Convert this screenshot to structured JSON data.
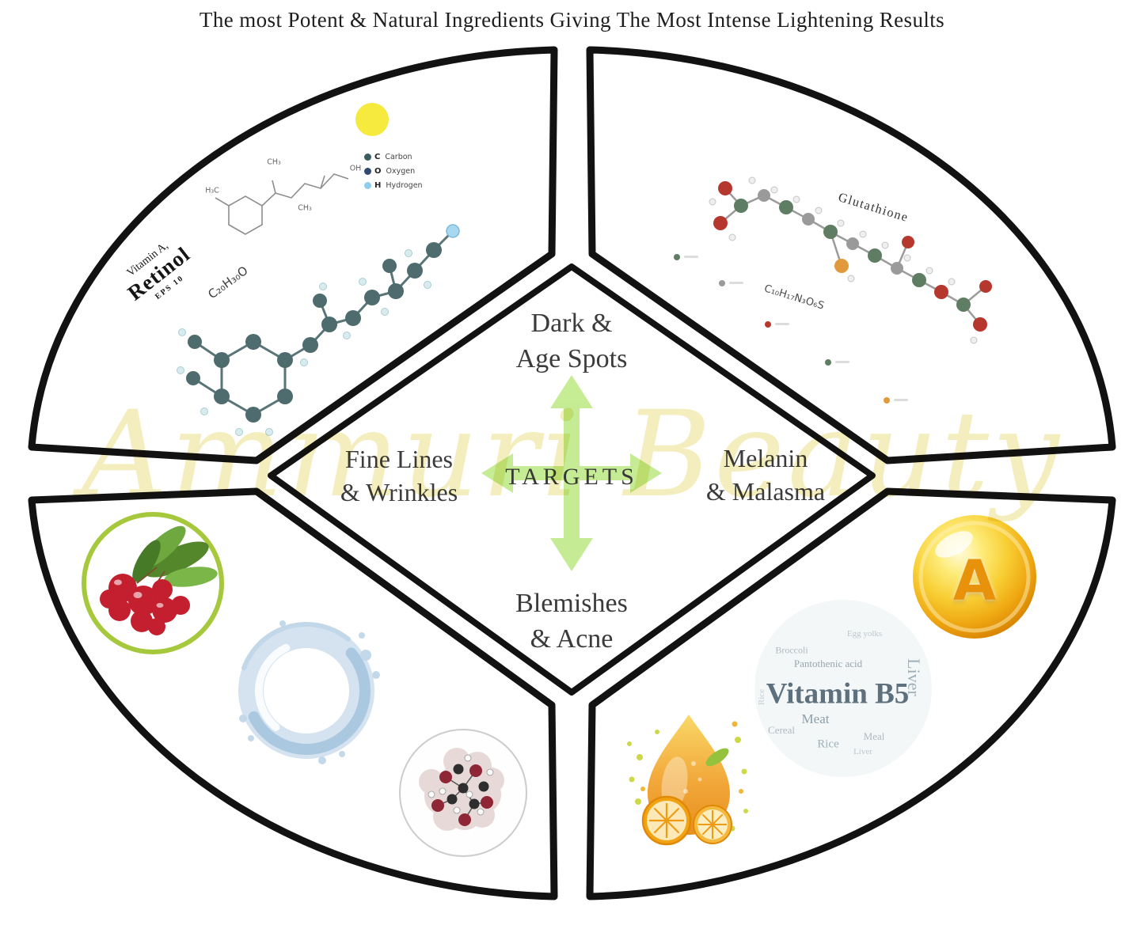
{
  "title": "The most Potent & Natural Ingredients Giving The Most Intense Lightening Results",
  "watermark": "Ammuri Beauty",
  "center": {
    "targets": "TARGETS",
    "labels": {
      "top": [
        "Dark &",
        "Age Spots"
      ],
      "left": [
        "Fine Lines",
        "& Wrinkles"
      ],
      "right": [
        "Melanin",
        "& Malasma"
      ],
      "bottom": [
        "Blemishes",
        "& Acne"
      ]
    }
  },
  "quadrants": {
    "top_left": {
      "label": {
        "line1": "Vitamin A,",
        "line2": "Retinol",
        "line3": "EPS 10"
      },
      "formula": "C₂₀H₃₀O",
      "skeletal": {
        "oh": "OH",
        "ch3": "CH₃",
        "h3c": "H₃C"
      },
      "legend": [
        {
          "symbol": "C",
          "name": "Carbon"
        },
        {
          "symbol": "O",
          "name": "Oxygen"
        },
        {
          "symbol": "H",
          "name": "Hydrogen"
        }
      ]
    },
    "top_right": {
      "label": "Glutathione",
      "formula": "C₁₀H₁₇N₃O₆S"
    },
    "bottom_right": {
      "vitamin_ball_letter": "A",
      "word_cloud": {
        "main": "Vitamin B5",
        "words": [
          "Pantothenic acid",
          "Broccoli",
          "Egg yolks",
          "Liver",
          "Meat",
          "Rice",
          "Cereal",
          "Meal",
          "Liver",
          "Rice"
        ]
      }
    }
  },
  "colors": {
    "outline": "#121212",
    "accent_green": "#b9e87d",
    "watermark_yellow": "#eee396",
    "berry_red": "#c41f2e",
    "ring_green": "#a6c83d",
    "gold": "#f6c61e",
    "water_blue": "#c3d9ea"
  }
}
